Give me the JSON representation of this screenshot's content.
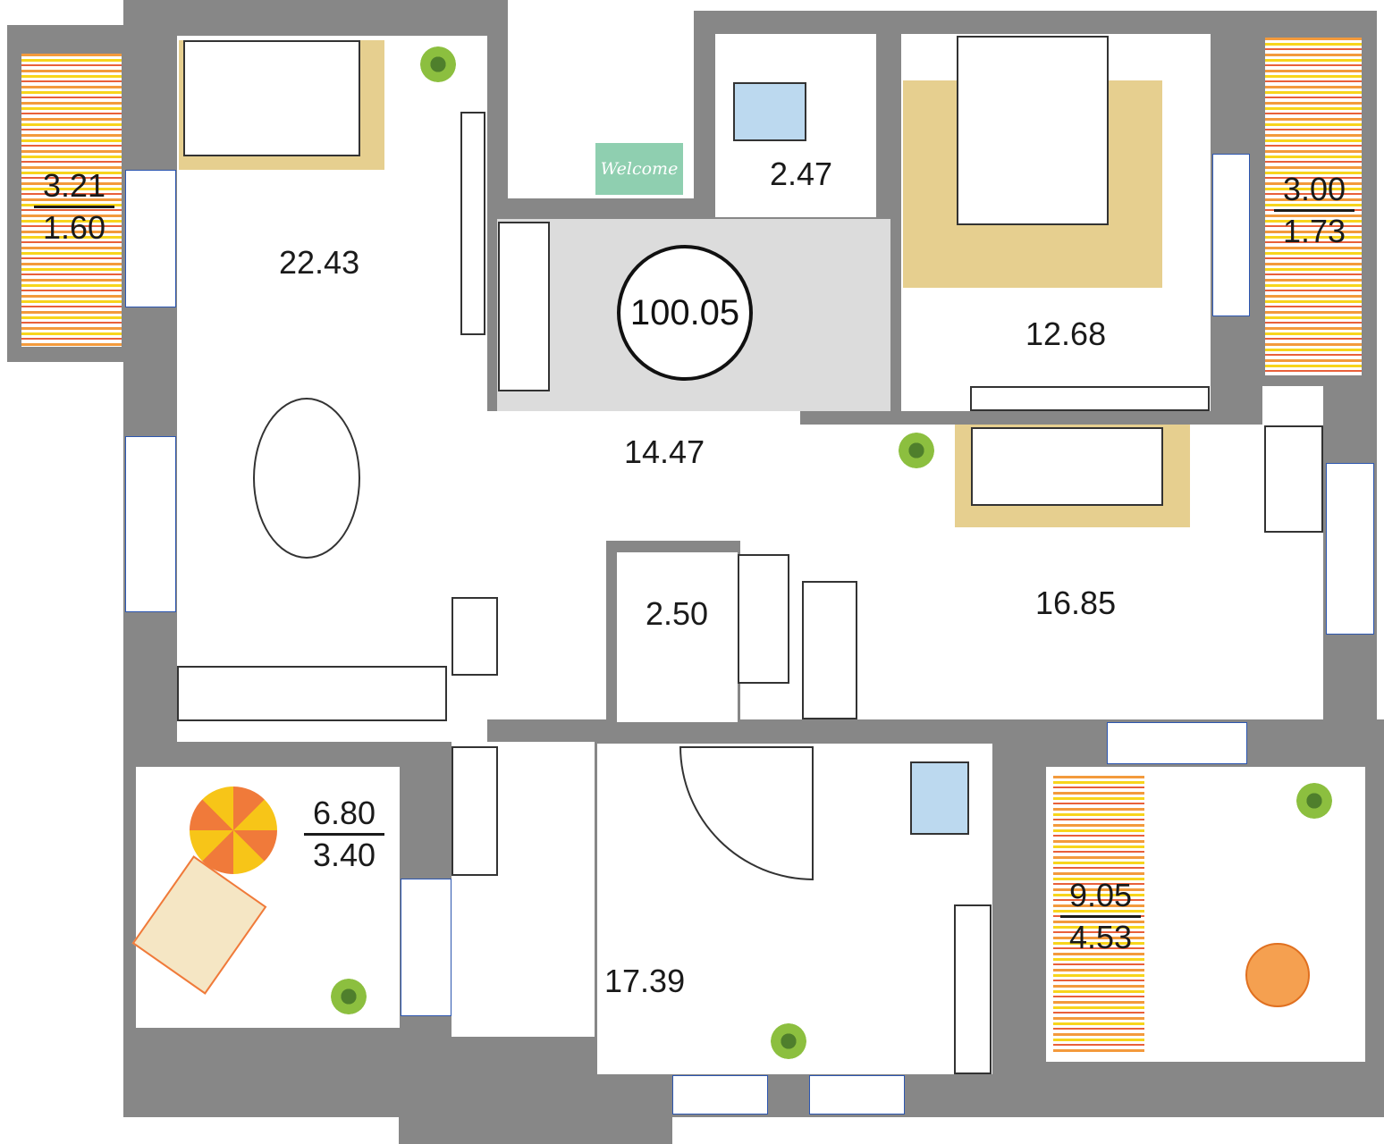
{
  "plan": {
    "total_area": "100.05",
    "welcome_mat": "Welcome",
    "rooms": {
      "living_kitchen": "22.43",
      "bathroom_small": "2.47",
      "bedroom": "12.68",
      "hallway": "14.47",
      "storage": "2.50",
      "bedroom_2": "16.85",
      "bathroom_large": "17.39"
    },
    "balconies": {
      "top_left": {
        "area": "3.21",
        "reduced": "1.60"
      },
      "top_right": {
        "area": "3.00",
        "reduced": "1.73"
      },
      "bottom_left": {
        "area": "6.80",
        "reduced": "3.40"
      },
      "bottom_right": {
        "area": "9.05",
        "reduced": "4.53"
      }
    },
    "colors": {
      "wall": "#878787",
      "window": "#2c56b0",
      "accent": "#f07a3a"
    }
  }
}
